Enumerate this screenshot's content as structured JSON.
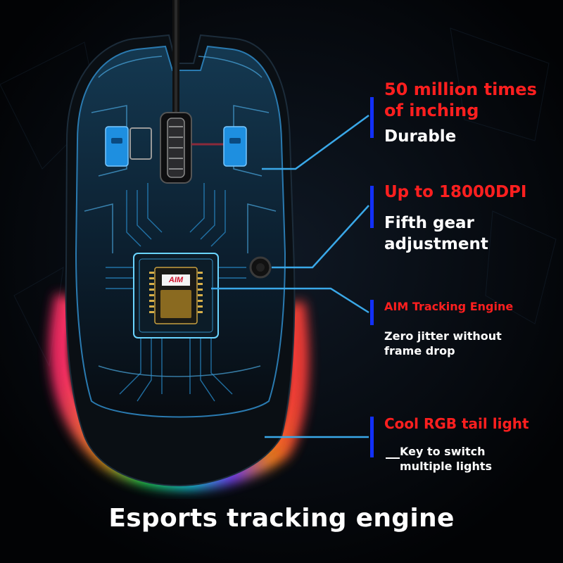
{
  "features": [
    {
      "title": "50 million times of inching",
      "subtitle": "Durable"
    },
    {
      "title": "Up to 18000DPI",
      "subtitle": "Fifth gear adjustment"
    },
    {
      "title": "AIM Tracking Engine",
      "subtitle": "Zero jitter without frame drop"
    },
    {
      "title": "Cool RGB tail light",
      "subtitle": "Key to switch multiple lights"
    }
  ],
  "chip_label": "AIM",
  "headline": "Esports tracking engine",
  "colors": {
    "accent_red": "#ff1f1f",
    "marker_blue": "#1230ff",
    "callout_line": "#3aa8e8",
    "switch_blue": "#1e8fe0"
  },
  "icons": [
    "mouse-cable",
    "left-switch",
    "right-switch",
    "scroll-wheel",
    "dpi-button",
    "sensor-chip",
    "rgb-tail-light"
  ]
}
